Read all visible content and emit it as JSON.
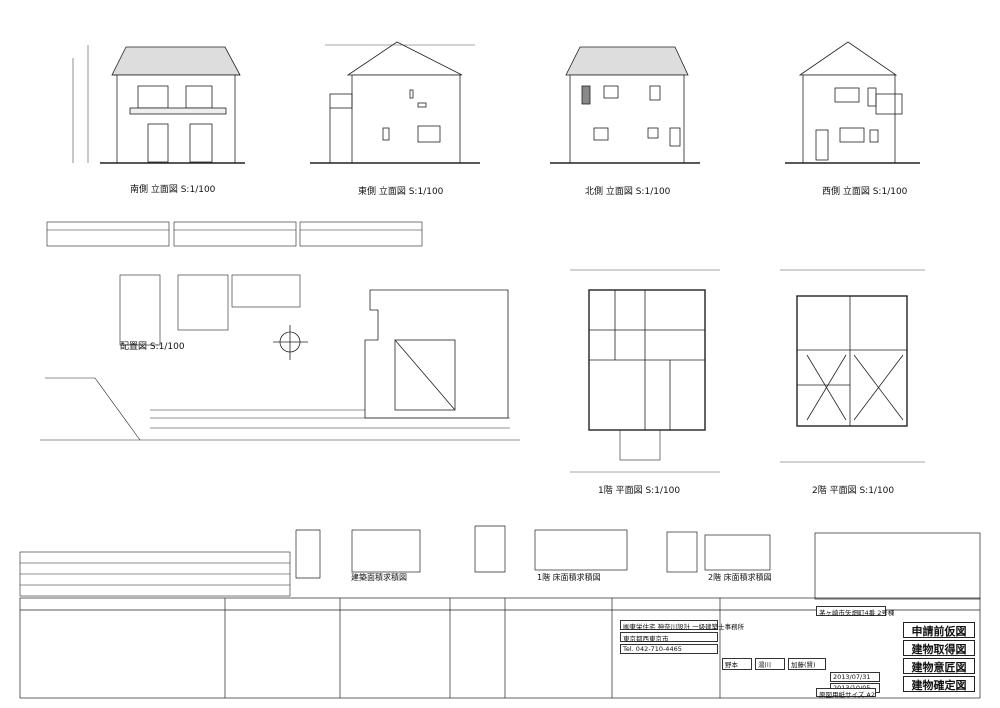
{
  "elevations": {
    "south": "南側 立面図 S:1/100",
    "east": "東側 立面図 S:1/100",
    "north": "北側 立面図 S:1/100",
    "west": "西側 立面図 S:1/100"
  },
  "plans": {
    "site": "配置図 S:1/100",
    "floor1": "1階 平面図 S:1/100",
    "floor2": "2階 平面図 S:1/100",
    "floor1_area": "1階 床面積求積図",
    "floor2_area": "2階 床面積求積図",
    "building_area": "建築面積求積図"
  },
  "title_block": {
    "drawing_types": [
      "申請前仮図",
      "建物取得図",
      "建物意匠図",
      "建物確定図"
    ],
    "company": "㈱東栄住宅 神奈川設計 一級建築士事務所",
    "address": "東京都西東京市",
    "phone": "Tel. 042-710-4465",
    "project": "茅ヶ崎市矢畑町4番 2号棟",
    "names": [
      "野本",
      "湯川",
      "加藤(賢)"
    ],
    "dates": [
      "2013/07/31",
      "2013/10/05"
    ],
    "paper": "原図用紙サイズ A2"
  }
}
